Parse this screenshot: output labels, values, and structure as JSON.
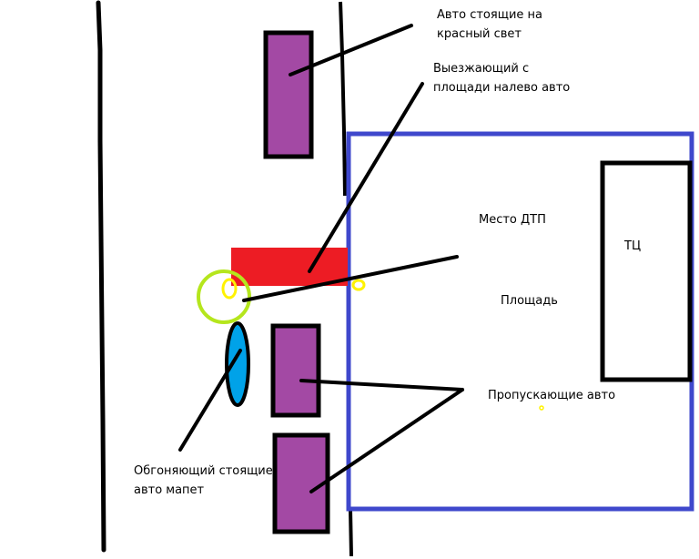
{
  "labels": {
    "stopped_cars": [
      "Авто стоящие на",
      "красный свет"
    ],
    "leaving_car": [
      "Выезжающий с",
      "площади налево авто"
    ],
    "accident_place": "Место ДТП",
    "mall": "ТЦ",
    "square": "Площадь",
    "yielding_cars": "Пропускающие авто",
    "overtaking": [
      "Обгоняющий стоящие",
      "авто мапет"
    ]
  },
  "colors": {
    "road_line": "#000000",
    "stopped_car": "#a349a4",
    "leaving_car": "#ed1c24",
    "square_border": "#3f48cc",
    "moped": "#00a2e8",
    "impact_circle": "#b5e61d",
    "impact_mark": "#fff200"
  }
}
